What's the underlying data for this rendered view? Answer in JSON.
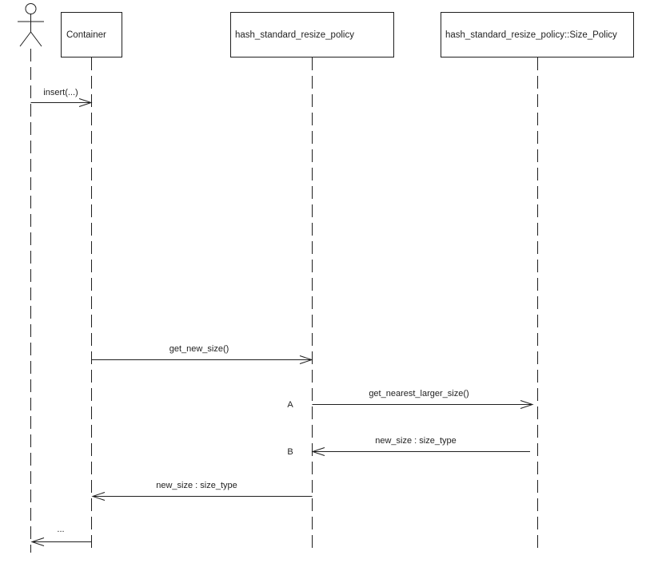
{
  "colors": {
    "background": "#ffffff",
    "line": "#1f1f1f",
    "text": "#1f1f1f"
  },
  "diagram": {
    "type": "uml-sequence",
    "actor": {
      "role": "client-actor"
    },
    "participants": [
      {
        "label": "Container"
      },
      {
        "label": "hash_standard_resize_policy"
      },
      {
        "label": "hash_standard_resize_policy::Size_Policy"
      }
    ],
    "messages": [
      {
        "label": "insert(...)",
        "from": "actor",
        "to": "Container",
        "direction": "right"
      },
      {
        "label": "get_new_size()",
        "from": "Container",
        "to": "hash_standard_resize_policy",
        "direction": "right"
      },
      {
        "label": "get_nearest_larger_size()",
        "marker": "A",
        "from": "hash_standard_resize_policy",
        "to": "hash_standard_resize_policy::Size_Policy",
        "direction": "right"
      },
      {
        "label": "new_size : size_type",
        "marker": "B",
        "from": "hash_standard_resize_policy::Size_Policy",
        "to": "hash_standard_resize_policy",
        "direction": "left"
      },
      {
        "label": "new_size : size_type",
        "from": "hash_standard_resize_policy",
        "to": "Container",
        "direction": "left"
      },
      {
        "label": "...",
        "from": "Container",
        "to": "actor",
        "direction": "left"
      }
    ]
  }
}
